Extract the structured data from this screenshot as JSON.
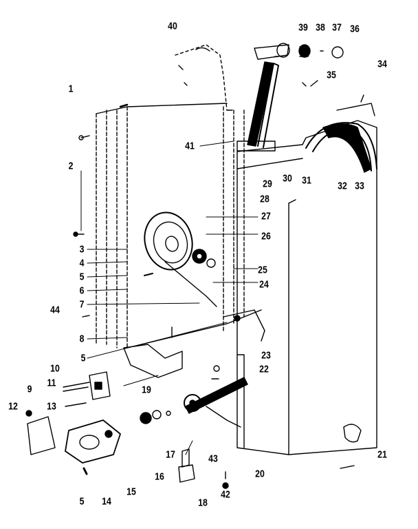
{
  "callouts": [
    "1",
    "2",
    "3",
    "4",
    "5",
    "6",
    "7",
    "8",
    "5",
    "9",
    "10",
    "11",
    "12",
    "13",
    "5",
    "14",
    "15",
    "16",
    "17",
    "18",
    "42",
    "43",
    "20",
    "19",
    "22",
    "23",
    "24",
    "25",
    "26",
    "27",
    "28",
    "29",
    "30",
    "31",
    "32",
    "33",
    "34",
    "35",
    "36",
    "37",
    "38",
    "39",
    "40",
    "41",
    "44",
    "21"
  ],
  "colors": {
    "ink": "#000000",
    "paper": "#ffffff"
  }
}
